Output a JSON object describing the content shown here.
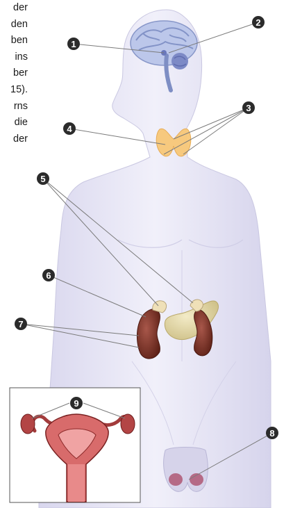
{
  "text_fragments": [
    "der",
    "den",
    "ben",
    "ins",
    "ber",
    "15).",
    "rns",
    "die",
    "der"
  ],
  "markers": [
    "1",
    "2",
    "3",
    "4",
    "5",
    "6",
    "7",
    "8",
    "9"
  ],
  "icon_names": {
    "brain": "brain-icon",
    "pituitary": "pituitary-gland-icon",
    "thyroid": "thyroid-icon",
    "adrenal": "adrenal-gland-icon",
    "kidney": "kidney-icon",
    "pancreas": "pancreas-icon",
    "testes": "testes-icon",
    "uterus": "uterus-ovaries-icon"
  },
  "colors": {
    "body": "#e8e7f5",
    "marker": "#2b2b2b",
    "thyroid": "#f7c774",
    "kidney": "#7b3326",
    "pancreas": "#e6d9a6",
    "brain": "#b7c3e6",
    "inset_border": "#555555"
  }
}
